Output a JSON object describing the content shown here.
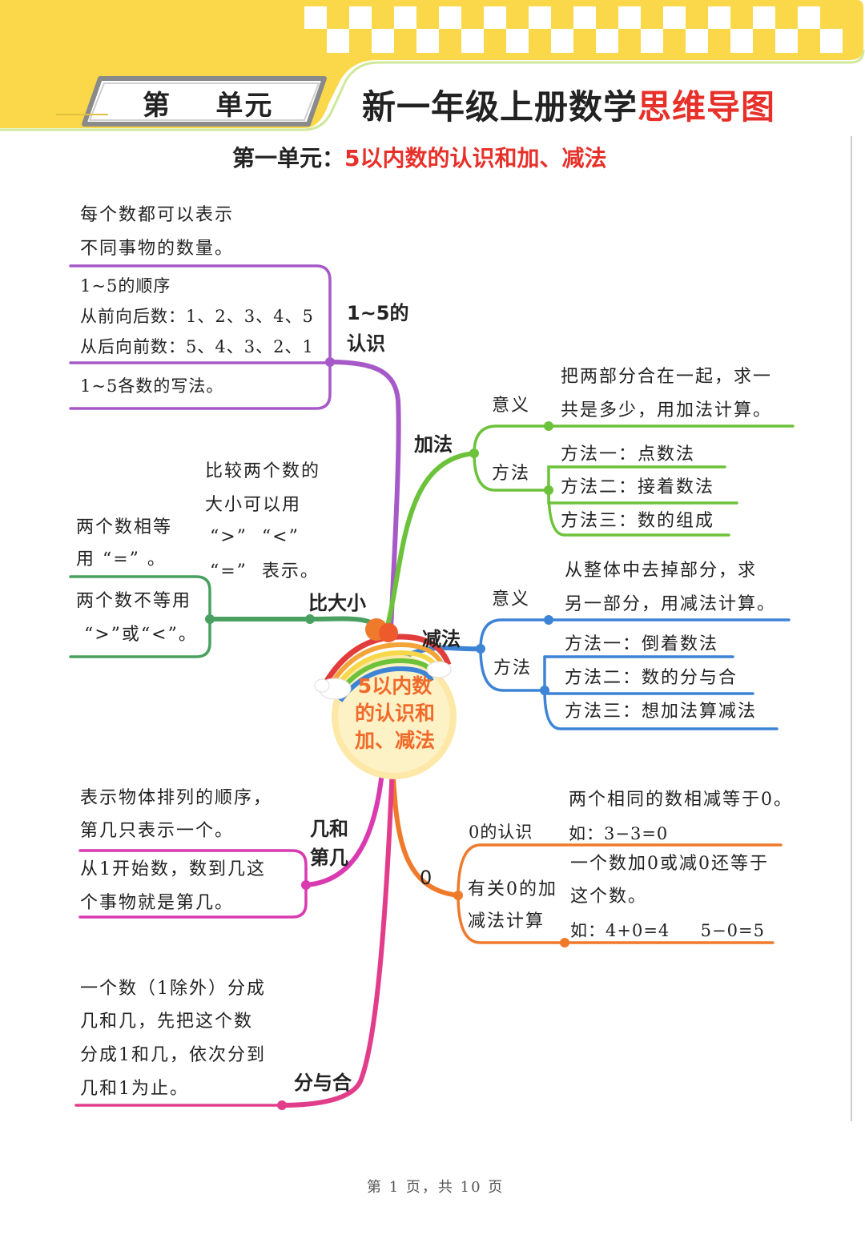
{
  "header": {
    "unit_badge": "第    单元",
    "title_black": "新一年级上册数学",
    "title_red": "思维导图",
    "subtitle_black": "第一单元：",
    "subtitle_red": "5以内数的认识和加、减法"
  },
  "center": {
    "line1": "5以内数",
    "line2": "的认识和",
    "line3": "加、减法"
  },
  "branches": {
    "recognize": {
      "label1": "1~5的",
      "label2": "认识",
      "note_l1": "每个数都可以表示",
      "note_l2": "不同事物的数量。",
      "order_title": "1~5的顺序",
      "order_forward": "从前向后数：1、2、3、4、5",
      "order_backward": "从后向前数：5、4、3、2、1",
      "writing": "1~5各数的写法。"
    },
    "compare": {
      "label": "比大小",
      "note_l1": "比较两个数的",
      "note_l2": "大小可以用",
      "note_l3": "“>”  “<”",
      "note_l4": "“=”  表示。",
      "equal_l1": "两个数相等",
      "equal_l2": "用 “=” 。",
      "unequal_l1": "两个数不等用",
      "unequal_l2": "“>”或“<”。"
    },
    "ordinal": {
      "label1": "几和",
      "label2": "第几",
      "note_l1": "表示物体排列的顺序，",
      "note_l2": "第几只表示一个。",
      "count_l1": "从1开始数，数到几这",
      "count_l2": "个事物就是第几。"
    },
    "split": {
      "label": "分与合",
      "l1": "一个数（1除外）分成",
      "l2": "几和几，先把这个数",
      "l3": "分成1和几，依次分到",
      "l4": "几和1为止。"
    },
    "addition": {
      "label": "加法",
      "meaning_label": "意义",
      "meaning_l1": "把两部分合在一起，求一",
      "meaning_l2": "共是多少，用加法计算。",
      "method_label": "方法",
      "m1": "方法一：点数法",
      "m2": "方法二：接着数法",
      "m3": "方法三：数的组成"
    },
    "subtraction": {
      "label": "减法",
      "meaning_label": "意义",
      "meaning_l1": "从整体中去掉部分，求",
      "meaning_l2": "另一部分，用减法计算。",
      "method_label": "方法",
      "m1": "方法一：倒着数法",
      "m2": "方法二：数的分与合",
      "m3": "方法三：想加法算减法"
    },
    "zero": {
      "label": "0",
      "know_label": "0的认识",
      "know_l1": "两个相同的数相减等于0。",
      "know_l2": "如：3−3=0",
      "calc_label1": "有关0的加",
      "calc_label2": "减法计算",
      "calc_l1": "一个数加0或减0还等于",
      "calc_l2": "这个数。",
      "calc_l3": "如：4+0=4     5−0=5"
    }
  },
  "footer": "第 1 页，共 10 页",
  "colors": {
    "purple": "#a65ac8",
    "green_add": "#6cc23a",
    "green_compare": "#4aa060",
    "blue": "#3d84d6",
    "orange": "#ef7a2c",
    "pink": "#e23d8a",
    "yellow": "#fbd84a",
    "red": "#e8302a"
  }
}
